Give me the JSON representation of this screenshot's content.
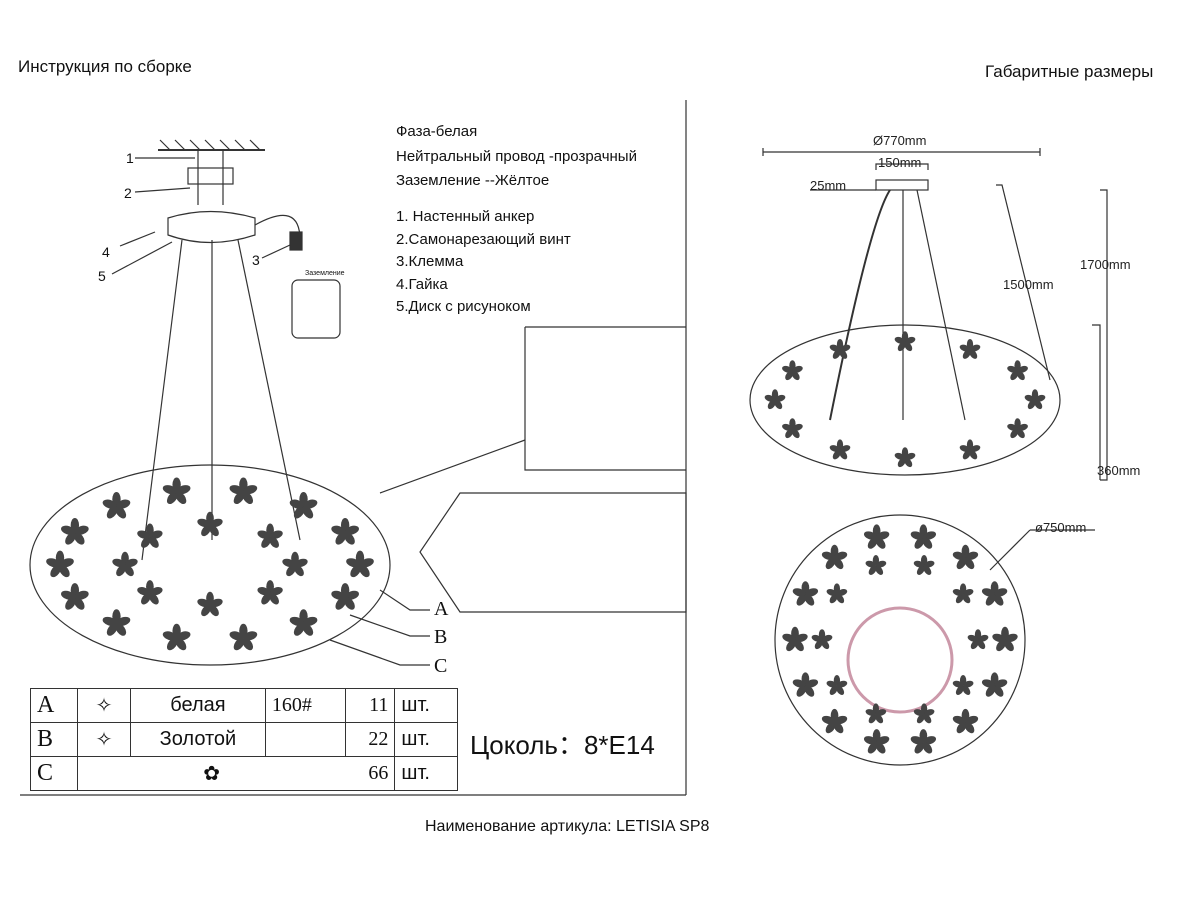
{
  "header": {
    "left_title": "Инструкция по сборке",
    "right_title": "Габаритные размеры"
  },
  "wiring": [
    "Фаза-белая",
    "Нейтральный провод -прозрачный",
    "Заземление --Жёлтое"
  ],
  "parts": [
    "1. Настенный анкер",
    "2.Самонарезающий винт",
    "3.Клемма",
    "4.Гайка",
    "5.Диск с рисуноком"
  ],
  "callouts": [
    "1",
    "2",
    "3",
    "4",
    "5"
  ],
  "terminal_label": "Заземление",
  "part_letters": [
    "A",
    "B",
    "C"
  ],
  "table": [
    {
      "letter": "A",
      "icon": "star-crystal-icon",
      "name": "белая",
      "code": "160#",
      "qty": "11",
      "unit": "шт."
    },
    {
      "letter": "B",
      "icon": "star-crystal-icon",
      "name": "Золотой",
      "code": "",
      "qty": "22",
      "unit": "шт."
    },
    {
      "letter": "C",
      "icon": "flower-crystal-icon",
      "name": "",
      "code": "",
      "qty": "66",
      "unit": "шт."
    }
  ],
  "socket": "Цоколь：8*E14",
  "dimensions": {
    "diameter_top": "Ø770mm",
    "canopy": "150mm",
    "canopy_height": "25mm",
    "cable": "1500mm",
    "total_height": "1700mm",
    "body_height": "360mm",
    "diameter_bottom": "ø750mm"
  },
  "article": "Наименование артикула: LETISIA SP8"
}
